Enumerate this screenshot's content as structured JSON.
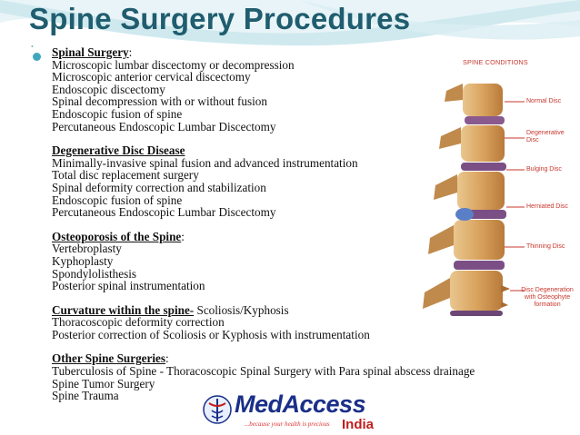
{
  "slide": {
    "title": "Spine Surgery Procedures",
    "sections": [
      {
        "heading": "Spinal Surgery",
        "suffix": ":",
        "items": [
          "Microscopic lumbar discectomy or decompression",
          "Microscopic anterior cervical discectomy",
          "Endoscopic discectomy",
          "Spinal decompression with or without fusion",
          "Endoscopic fusion of spine",
          "Percutaneous Endoscopic Lumbar Discectomy"
        ]
      },
      {
        "heading": "Degenerative Disc Disease",
        "suffix": "",
        "items": [
          "Minimally-invasive spinal fusion and advanced instrumentation",
          "Total disc replacement surgery",
          "Spinal deformity correction and stabilization",
          "Endoscopic fusion of spine",
          "Percutaneous Endoscopic Lumbar Discectomy"
        ]
      },
      {
        "heading": "Osteoporosis of the Spine",
        "suffix": ":",
        "items": [
          "Vertebroplasty",
          "Kyphoplasty",
          "Spondylolisthesis",
          "Posterior spinal instrumentation"
        ]
      },
      {
        "heading": "Curvature within the spine-",
        "suffix": " Scoliosis/Kyphosis",
        "items": [
          "Thoracoscopic deformity correction",
          "Posterior correction of Scoliosis or Kyphosis with instrumentation"
        ]
      },
      {
        "heading": "Other Spine Surgeries",
        "suffix": ":",
        "items": [
          "Tuberculosis of Spine - Thoracoscopic Spinal Surgery with Para spinal abscess drainage",
          "Spine Tumor Surgery",
          "Spine Trauma"
        ]
      }
    ]
  },
  "figure": {
    "title": "SPINE CONDITIONS",
    "labels": [
      "Normal Disc",
      "Degenerative Disc",
      "Bulging Disc",
      "Herniated Disc",
      "Thinning Disc",
      "Disc Degeneration with Osteophyte formation"
    ]
  },
  "logo": {
    "brand": "MedAccess",
    "tagline": "...because your health is precious",
    "country": "India"
  },
  "colors": {
    "title": "#1f5d6f",
    "accent": "#3fa7bd",
    "figure_label": "#c8372d",
    "logo_blue": "#1a2f88",
    "logo_red": "#c21d1d"
  }
}
